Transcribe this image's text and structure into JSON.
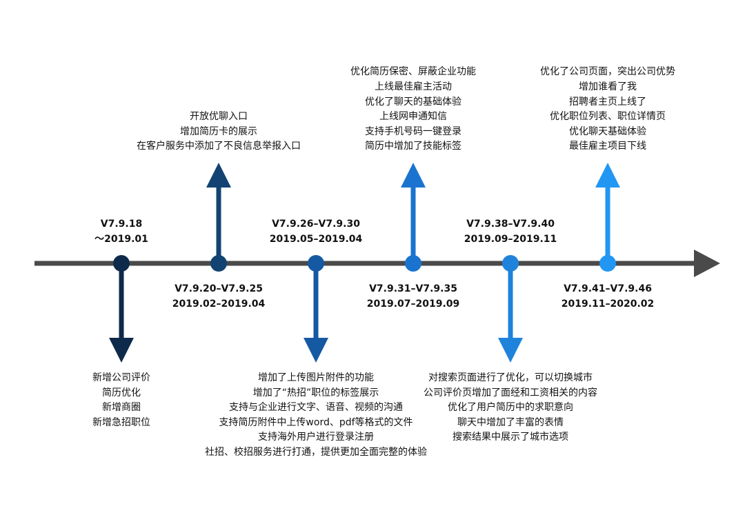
{
  "colors": {
    "axis": "#4a4a4a",
    "text": "#111111"
  },
  "milestones": [
    {
      "version": "V7.9.18",
      "dates": "～2019.01",
      "direction": "down",
      "color": "#0e2a4a",
      "notes": [
        "新增公司评价",
        "简历优化",
        "新增商圈",
        "新增急招职位"
      ]
    },
    {
      "version": "V7.9.20–V7.9.25",
      "dates": "2019.02–2019.04",
      "direction": "up",
      "color": "#124372",
      "notes": [
        "开放优聊入口",
        "增加简历卡的展示",
        "在客户服务中添加了不良信息举报入口"
      ]
    },
    {
      "version": "V7.9.26–V7.9.30",
      "dates": "2019.05–2019.04",
      "direction": "down",
      "color": "#1559a3",
      "notes": [
        "增加了上传图片附件的功能",
        "增加了“热招”职位的标签展示",
        "支持与企业进行文字、语音、视频的沟通",
        "支持简历附件中上传word、pdf等格式的文件",
        "支持海外用户进行登录注册",
        "社招、校招服务进行打通，提供更加全面完整的体验"
      ]
    },
    {
      "version": "V7.9.31–V7.9.35",
      "dates": "2019.07–2019.09",
      "direction": "up",
      "color": "#1a74cf",
      "notes": [
        "优化简历保密、屏蔽企业功能",
        "上线最佳雇主活动",
        "优化了聊天的基础体验",
        "上线网申通知信",
        "支持手机号码一键登录",
        "简历中增加了技能标签"
      ]
    },
    {
      "version": "V7.9.38–V7.9.40",
      "dates": "2019.09–2019.11",
      "direction": "down",
      "color": "#1f83db",
      "notes": [
        "对搜索页面进行了优化，可以切换城市",
        "公司评价页增加了面经和工资相关的内容",
        "优化了用户简历中的求职意向",
        "聊天中增加了丰富的表情",
        "搜索结果中展示了城市选项"
      ]
    },
    {
      "version": "V7.9.41–V7.9.46",
      "dates": "2019.11–2020.02",
      "direction": "up",
      "color": "#2296f3",
      "notes": [
        "优化了公司页面，突出公司优势",
        "增加谁看了我",
        "招聘者主页上线了",
        "优化职位列表、职位详情页",
        "优化聊天基础体验",
        "最佳雇主项目下线"
      ]
    }
  ]
}
